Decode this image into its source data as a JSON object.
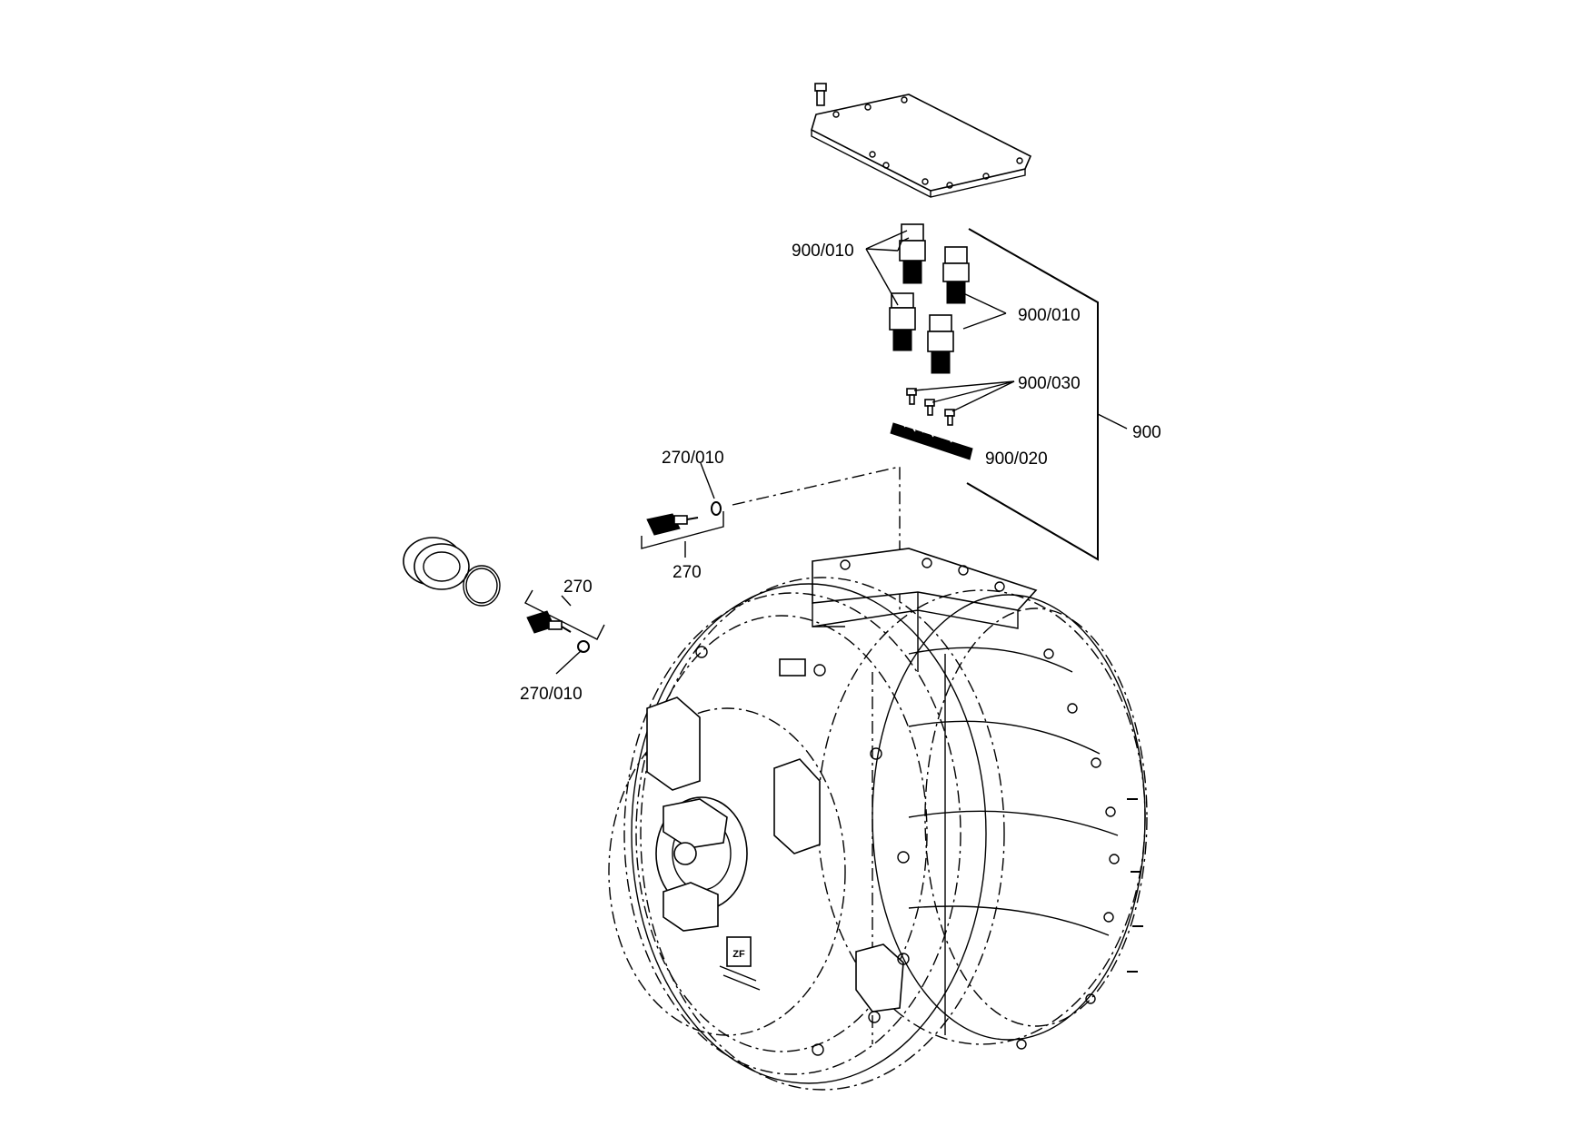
{
  "labels": {
    "p900_010_left": "900/010",
    "p900_010_right": "900/010",
    "p900_030": "900/030",
    "p900": "900",
    "p900_020": "900/020",
    "p270_010_top": "270/010",
    "p270_top": "270",
    "p270_left": "270",
    "p270_010_bottom": "270/010"
  },
  "housing_logo_text": "ZF"
}
